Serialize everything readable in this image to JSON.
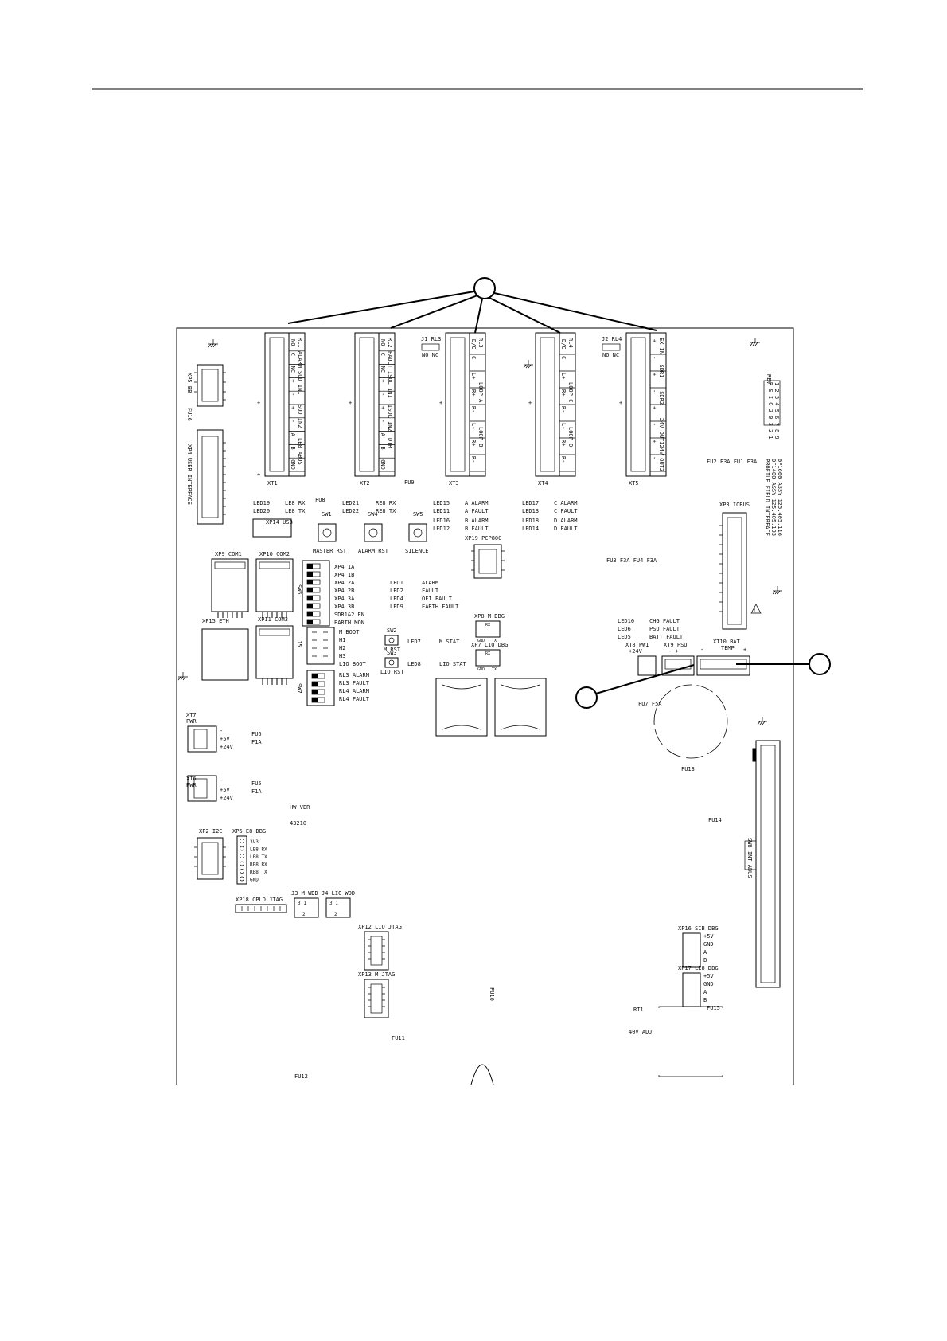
{
  "board": {
    "terminals": [
      {
        "id": "XT1",
        "pins": [
          "NO",
          "C",
          "NC",
          "+",
          "-",
          "+",
          "-",
          "A",
          "B",
          "GND"
        ],
        "groups": [
          "RL1 ALARM",
          "SUD IN1",
          "SUD IN2",
          "LE8 ABUS"
        ]
      },
      {
        "id": "XT2",
        "pins": [
          "NO",
          "C",
          "NC",
          "+",
          "-",
          "+",
          "-",
          "A",
          "B",
          "GND"
        ],
        "groups": [
          "RL2 FAULT",
          "ISOL IN1",
          "ISOL IN2",
          "DTR"
        ]
      },
      {
        "id": "XT3",
        "pins": [
          "D/C",
          "C",
          "L+",
          "R+",
          "R-",
          "L-",
          "R+",
          "R-"
        ],
        "groups": [
          "RL3",
          "LOOP A",
          "LOOP B"
        ]
      },
      {
        "id": "XT4",
        "pins": [
          "D/C",
          "C",
          "L+",
          "R+",
          "R-",
          "L-",
          "R+",
          "R-"
        ],
        "groups": [
          "RL4",
          "LOOP C",
          "LOOP D"
        ]
      },
      {
        "id": "XT5",
        "pins": [
          "+",
          "-",
          "+",
          "-",
          "+",
          "-",
          "+",
          "-"
        ],
        "groups": [
          "EX IN",
          "SDR1",
          "SDR2",
          "24V OUT1",
          "24V OUT2"
        ]
      }
    ],
    "jumpers": [
      {
        "id": "J1 RL3",
        "pins": "NO  NC"
      },
      {
        "id": "J2 RL4",
        "pins": "NO  NC"
      }
    ],
    "fu9": "FU9",
    "fu8": "FU8",
    "xp5": "XP5 BB",
    "fu16": "FU16",
    "xp4": "XP4 USER INTERFACE",
    "led_left": [
      "LED19",
      "LED20"
    ],
    "led_left_lbl": [
      "LE8 RX",
      "LE8 TX"
    ],
    "led_mid": [
      "LED21",
      "LED22"
    ],
    "led_mid_lbl": [
      "RE8 RX",
      "RE8 TX"
    ],
    "led_loop_ab": [
      "LED15",
      "LED11",
      "LED16",
      "LED12"
    ],
    "led_loop_ab_lbl": [
      "A ALARM",
      "A FAULT",
      "B ALARM",
      "B FAULT"
    ],
    "led_loop_cd": [
      "LED17",
      "LED13",
      "LED18",
      "LED14"
    ],
    "led_loop_cd_lbl": [
      "C ALARM",
      "C FAULT",
      "D ALARM",
      "D FAULT"
    ],
    "xp14": "XP14 USB",
    "sw1": "SW1",
    "sw4": "SW4",
    "sw5": "SW5",
    "sw1_lbl": "MASTER RST",
    "sw4_lbl": "ALARM RST",
    "sw5_lbl": "SILENCE",
    "xp19": "XP19 PCP800",
    "xp3": "XP3 IOBUS",
    "fuse_top": "FU2 F3A   FU1 F3A",
    "fuse_mid": "FU3 F3A   FU4 F3A",
    "rev_hdr": "REV",
    "rev_lines": [
      "1 2 3 4 5 6 7 8 9",
      "R S I O 2 0 3 2 1"
    ],
    "board_id": [
      "0F1600 ASSY 125.405.116",
      "0F1400 ASSY 125.405.103",
      "PROFILE FIELD INTERFACE"
    ],
    "xp9": "XP9 COM1",
    "xp10": "XP10 COM2",
    "sw6": "SW6",
    "sw6_lbl": [
      "XP4 1A",
      "XP4 1B",
      "XP4 2A",
      "XP4 2B",
      "XP4 3A",
      "XP4 3B",
      "SDR1&2 EN",
      "EARTH MON"
    ],
    "led_status": [
      "LED1",
      "LED2",
      "LED4",
      "LED9"
    ],
    "led_status_lbl": [
      "ALARM",
      "FAULT",
      "OFI FAULT",
      "EARTH FAULT"
    ],
    "xp15": "XP15 ETH",
    "xp11": "XP11 COM3",
    "j5": "J5",
    "j5_lbl": [
      "M BOOT",
      "H1",
      "H2",
      "H3",
      "LIO BOOT"
    ],
    "sw2": "SW2",
    "sw2_lbl": "M RST",
    "sw3": "SW3",
    "sw3_lbl": "LIO RST",
    "led7": "LED7",
    "led7_lbl": "M STAT",
    "led8": "LED8",
    "led8_lbl": "LIO STAT",
    "xp8": "XP8 M DBG",
    "xp7": "XP7 LIO DBG",
    "dbg_pins": [
      "RX",
      "GND",
      "TX"
    ],
    "sw7": "SW7",
    "sw7_lbl": [
      "RL3 ALARM",
      "RL3 FAULT",
      "RL4 ALARM",
      "RL4 FAULT"
    ],
    "led_ps": [
      "LED10",
      "LED6",
      "LED5"
    ],
    "led_ps_lbl": [
      "CHG FAULT",
      "PSU FAULT",
      "BATT FAULT"
    ],
    "xt8": "XT8 PWI",
    "xt8_pins": "+24V",
    "xt9": "XT9 PSU",
    "xt9_pins": "-   +",
    "xt10": "XT10 BAT",
    "xt10_pins": "TEMP",
    "fu7": "FU7 F5A",
    "fu13": "FU13",
    "xt7": "XT7",
    "xt7_sub": "PWR",
    "xt7_pins": [
      "+5V",
      "+24V"
    ],
    "fu6": "FU6",
    "fu6_r": "F1A",
    "xt6": "XT6",
    "xt6_sub": "PWR",
    "xt6_pins": [
      "+5V",
      "+24V"
    ],
    "fu5": "FU5",
    "fu5_r": "F1A",
    "hwver": "HW VER",
    "hwnum": "43210",
    "xp2": "XP2 I2C",
    "xp6": "XP6 E8 DBG",
    "xp6_pins": [
      "3V3",
      "LE8 RX",
      "LE8 TX",
      "RE8 RX",
      "RE8 TX",
      "GND"
    ],
    "xp18": "XP18 CPLD JTAG",
    "j3": "J3 M WDD",
    "j4": "J4 LIO WDD",
    "xp12": "XP12 LIO JTAG",
    "xp13": "XP13 M JTAG",
    "fu11": "FU11",
    "fu12": "FU12",
    "fu10": "FU10",
    "fu14": "FU14",
    "xp16": "XP16 SIB DBG",
    "xp17": "XP17 LE8 DBG",
    "sib_pins": [
      "+5V",
      "GND",
      "A",
      "B"
    ],
    "fu15": "FU15",
    "sw8": "SW8 INT ABUS",
    "rt1": "RT1",
    "adj": "40V ADJ"
  }
}
